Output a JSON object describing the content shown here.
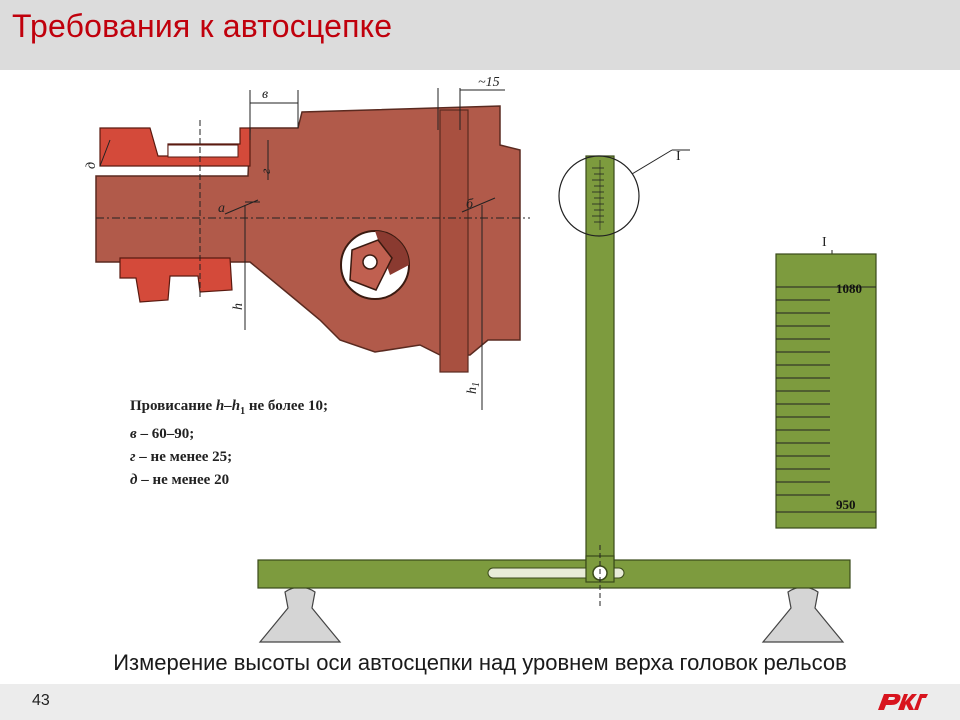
{
  "slide": {
    "title": "Требования к автосцепке",
    "caption": "Измерение высоты оси автосцепки над уровнем верха головок рельсов",
    "page_number": "43",
    "logo": "rzd-logo"
  },
  "drawing": {
    "dim_top_right": "~15",
    "dim_top_left": "в",
    "label_d": "д",
    "label_g": "г",
    "label_a": "а",
    "label_b": "б",
    "label_h": "h",
    "label_h1": "h",
    "label_h1_sub": "1"
  },
  "gauge": {
    "callout_label": "I",
    "detail_label": "I",
    "scale_top": "1080",
    "scale_bottom": "950"
  },
  "notes": {
    "line1_prefix": "Провисание",
    "line1_h": "h–h",
    "line1_sub": "1",
    "line1_suffix": " не более 10;",
    "line2_label": "в",
    "line2_text": " – 60–90;",
    "line3_label": "г",
    "line3_text": " – не менее 25;",
    "line4_label": "д",
    "line4_text": " – не менее 20"
  },
  "colors": {
    "title": "#c0000c",
    "coupler": "#b15a4a",
    "gauge": "#7d9b3e",
    "header_bg": "#dcdcdc"
  }
}
